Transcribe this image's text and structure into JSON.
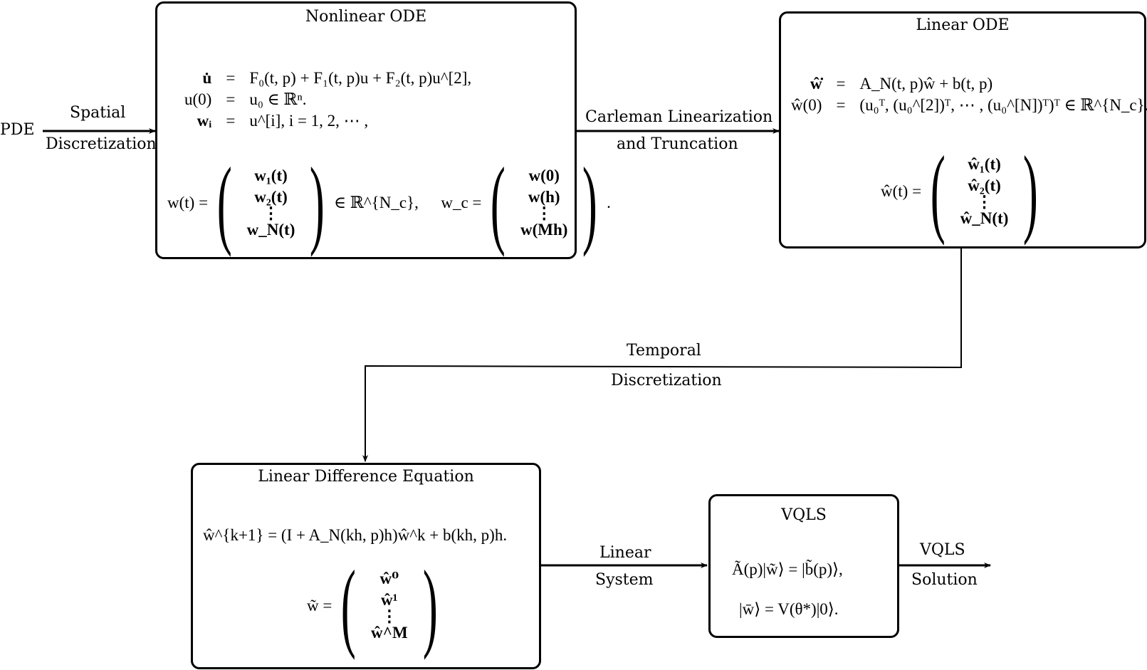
{
  "source_node": {
    "label": "PDE"
  },
  "edges": [
    {
      "id": "spatial",
      "label_top": "Spatial",
      "label_bottom": "Discretization"
    },
    {
      "id": "carleman",
      "label_top": "Carleman Linearization",
      "label_bottom": "and Truncation"
    },
    {
      "id": "temporal",
      "label_top": "Temporal",
      "label_bottom": "Discretization"
    },
    {
      "id": "linear-system",
      "label_top": "Linear",
      "label_bottom": "System"
    },
    {
      "id": "vqls-solution",
      "label_top": "VQLS",
      "label_bottom": "Solution"
    }
  ],
  "nodes": {
    "nonlinear_ode": {
      "title": "Nonlinear ODE",
      "equations": [
        {
          "lhs": "u̇",
          "op": "=",
          "rhs": "F₀(t, p) + F₁(t, p)u + F₂(t, p)u^[2],"
        },
        {
          "lhs": "u(0)",
          "op": "=",
          "rhs": "u₀ ∈ ℝⁿ."
        },
        {
          "lhs": "wᵢ",
          "op": "=",
          "rhs": "u^[i], i = 1, 2, ⋯ ,"
        }
      ],
      "vector_w": {
        "lhs": "w(t) =",
        "entries": [
          "w₁(t)",
          "w₂(t)",
          "⋮",
          "w_N(t)"
        ],
        "suffix": "∈ ℝ^{N_c},"
      },
      "vector_wc": {
        "lhs": "w_c =",
        "entries": [
          "w(0)",
          "w(h)",
          "⋮",
          "w(Mh)"
        ],
        "suffix": "."
      }
    },
    "linear_ode": {
      "title": "Linear ODE",
      "equations": [
        {
          "lhs": "ŵ̇",
          "op": "=",
          "rhs": "A_N(t, p)ŵ + b(t, p)"
        },
        {
          "lhs": "ŵ(0)",
          "op": "=",
          "rhs": "(u₀ᵀ, (u₀^[2])ᵀ, ⋯ , (u₀^[N])ᵀ)ᵀ ∈ ℝ^{N_c}."
        }
      ],
      "vector_w_hat": {
        "lhs": "ŵ(t) =",
        "entries": [
          "ŵ₁(t)",
          "ŵ₂(t)",
          "⋮",
          "ŵ_N(t)"
        ]
      }
    },
    "linear_difference": {
      "title": "Linear Difference Equation",
      "equation": "ŵ^{k+1} = (I + A_N(kh, p)h)ŵ^k + b(kh, p)h.",
      "vector_w_tilde": {
        "lhs": "w̃ =",
        "entries": [
          "ŵ⁰",
          "ŵ¹",
          "⋮",
          "ŵ^M"
        ]
      }
    },
    "vqls": {
      "title": "VQLS",
      "equations": [
        "Ã(p)|w̃⟩ = |b̃(p)⟩,",
        "|w̄⟩ = V(θ*)|0⟩."
      ]
    }
  }
}
